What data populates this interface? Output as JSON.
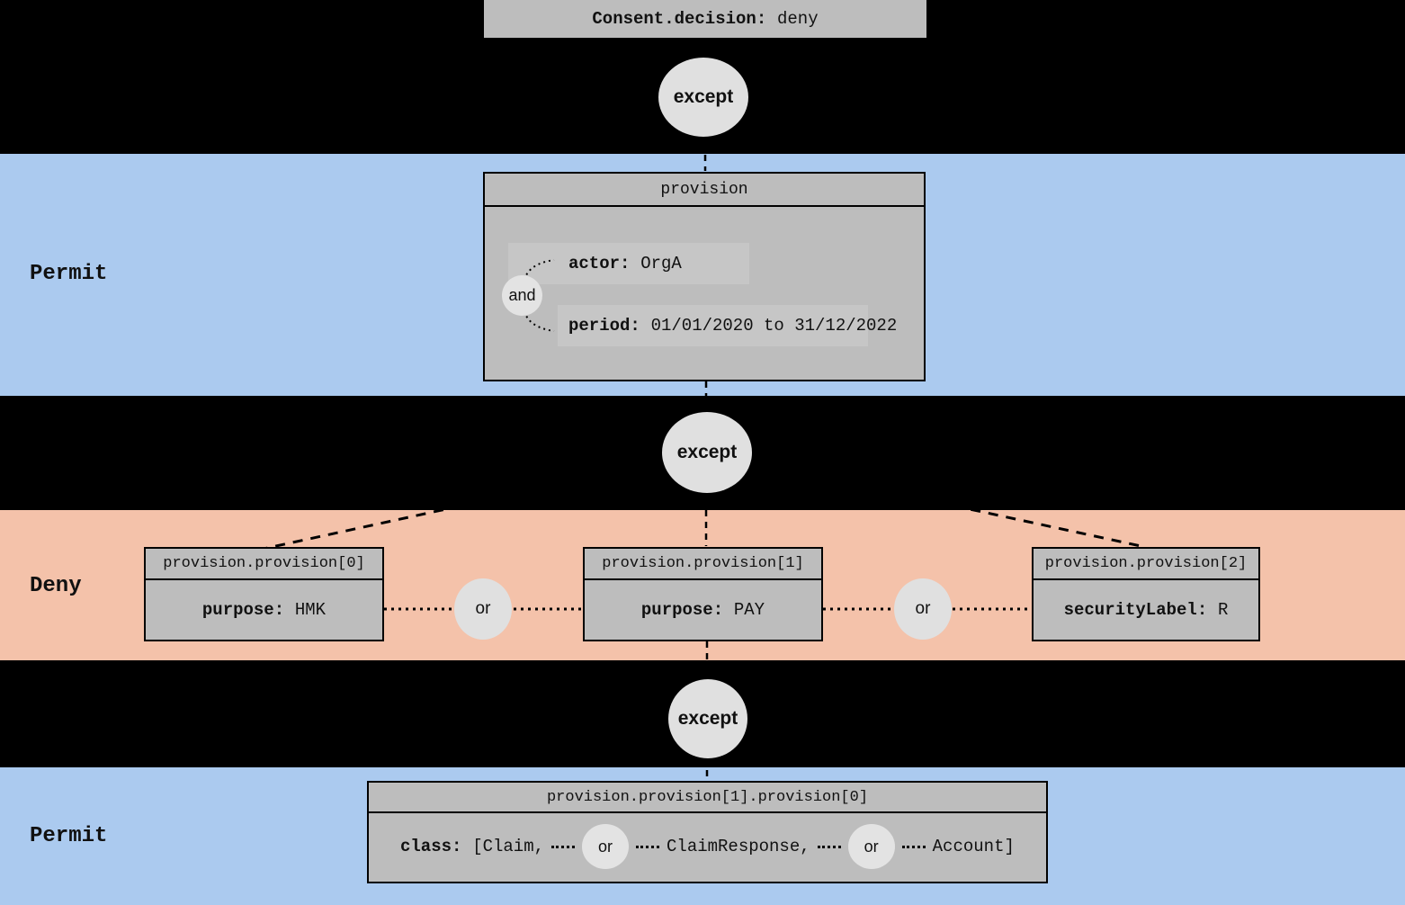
{
  "title": {
    "label": "Consent.decision:",
    "value": "deny"
  },
  "connectors": {
    "except": "except",
    "and": "and",
    "or": "or"
  },
  "bands": {
    "permit_top": "Permit",
    "deny": "Deny",
    "permit_bottom": "Permit"
  },
  "provision_box": {
    "header": "provision",
    "actor_label": "actor:",
    "actor_value": "OrgA",
    "period_label": "period:",
    "period_value": "01/01/2020 to 31/12/2022"
  },
  "deny_boxes": [
    {
      "header": "provision.provision[0]",
      "label": "purpose:",
      "value": "HMK"
    },
    {
      "header": "provision.provision[1]",
      "label": "purpose:",
      "value": "PAY"
    },
    {
      "header": "provision.provision[2]",
      "label": "securityLabel:",
      "value": "R"
    }
  ],
  "class_box": {
    "header": "provision.provision[1].provision[0]",
    "label": "class:",
    "item1": "[Claim,",
    "item2": "ClaimResponse,",
    "item3": "Account]"
  },
  "colors": {
    "background": "#000000",
    "permit_band": "#abcaef",
    "deny_band": "#f4c2aa",
    "node_fill": "#bdbdbd",
    "connector_fill": "#e0e0e0"
  }
}
